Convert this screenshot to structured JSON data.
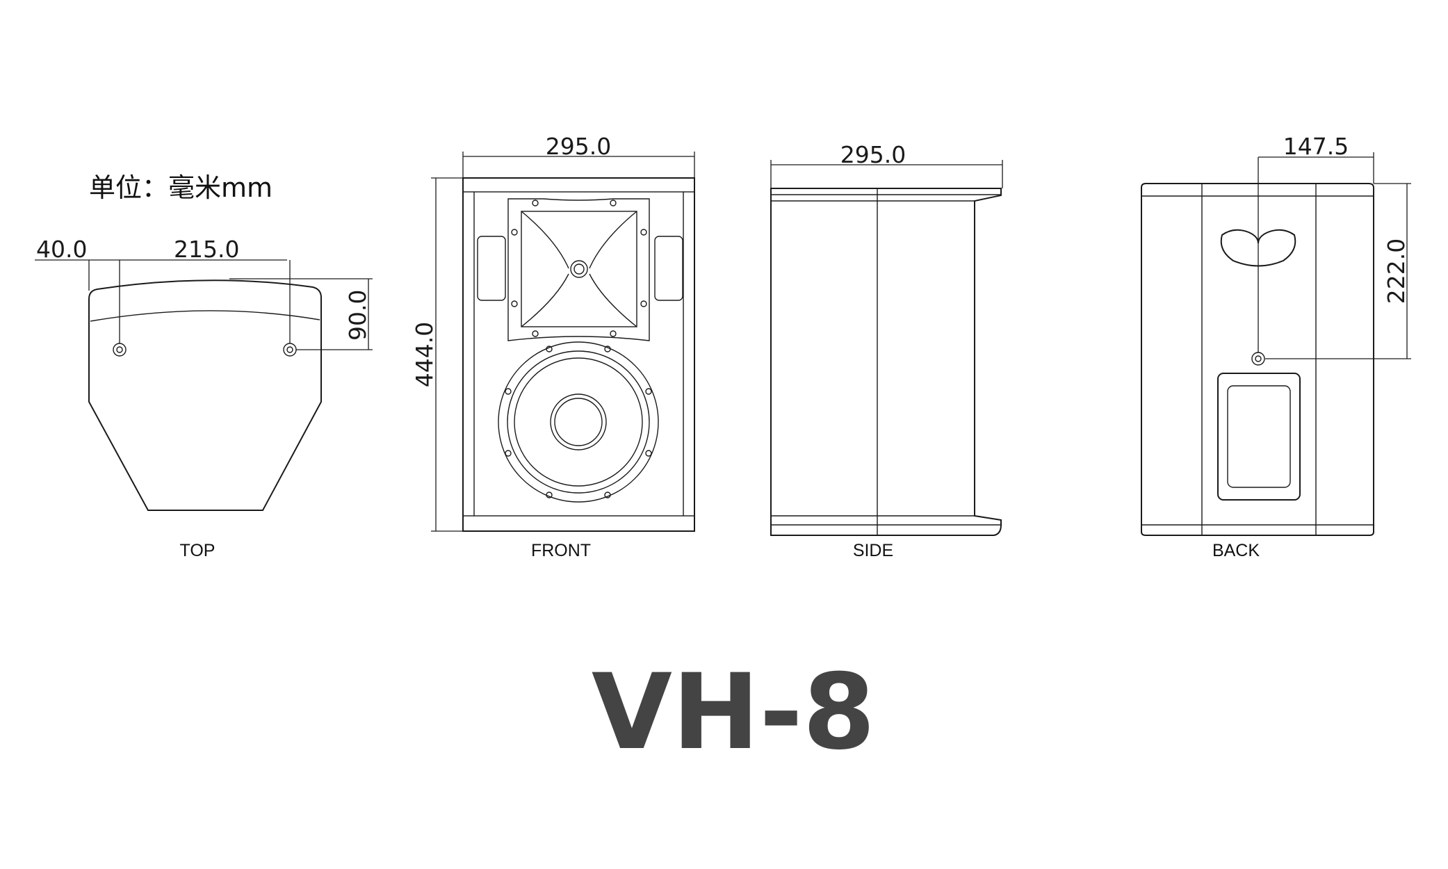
{
  "unit_label": "单位：毫米mm",
  "model": "VH-8",
  "views": {
    "top": {
      "label": "TOP",
      "dims": {
        "offset": "40.0",
        "width": "215.0",
        "depth": "90.0"
      }
    },
    "front": {
      "label": "FRONT",
      "dims": {
        "width": "295.0",
        "height": "444.0"
      }
    },
    "side": {
      "label": "SIDE",
      "dims": {
        "width": "295.0"
      }
    },
    "back": {
      "label": "BACK",
      "dims": {
        "half_width": "147.5",
        "mount_height": "222.0"
      }
    }
  }
}
